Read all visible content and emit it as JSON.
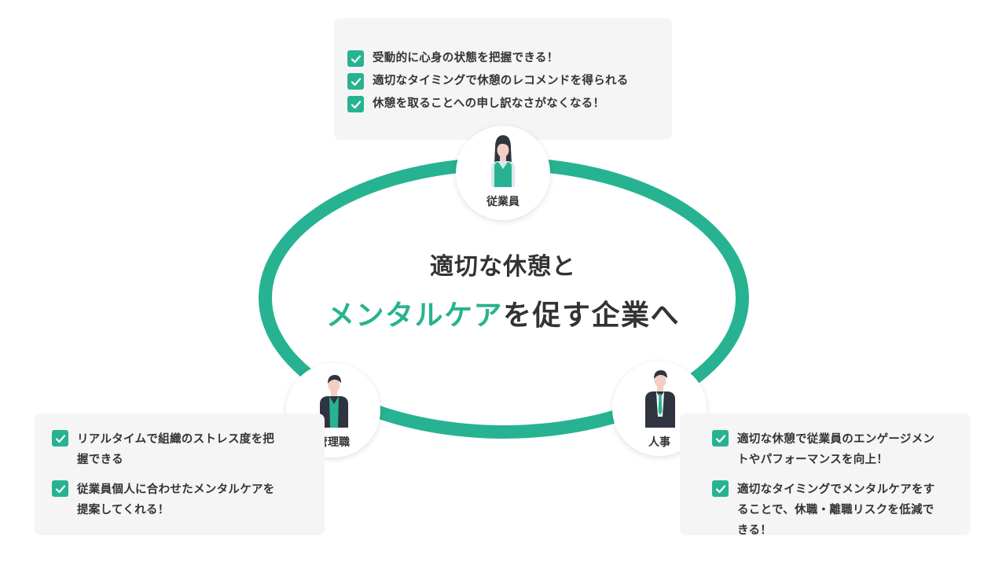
{
  "headline": {
    "line1": "適切な休憩と",
    "line2_accent": "メンタルケア",
    "line2_rest": "を促す企業へ"
  },
  "roles": {
    "employee": {
      "label": "従業員",
      "benefits": [
        "受動的に心身の状態を把握できる！",
        "適切なタイミングで休憩のレコメンドを得られる",
        "休憩を取ることへの申し訳なさがなくなる！"
      ]
    },
    "manager": {
      "label": "管理職",
      "benefits": [
        "リアルタイムで組織のストレス度を把握できる",
        "従業員個人に合わせたメンタルケアを提案してくれる！"
      ]
    },
    "hr": {
      "label": "人事",
      "benefits": [
        "適切な休憩で従業員のエンゲージメントやパフォーマンスを向上！",
        "適切なタイミングでメンタルケアをすることで、休職・離職リスクを低減できる！"
      ]
    }
  },
  "icons": {
    "check": "check-icon",
    "employee": "female-employee-icon",
    "manager": "manager-icon",
    "hr": "hr-staff-icon"
  },
  "colors": {
    "accent": "#27b391",
    "text": "#333333",
    "card": "#f5f5f5"
  }
}
